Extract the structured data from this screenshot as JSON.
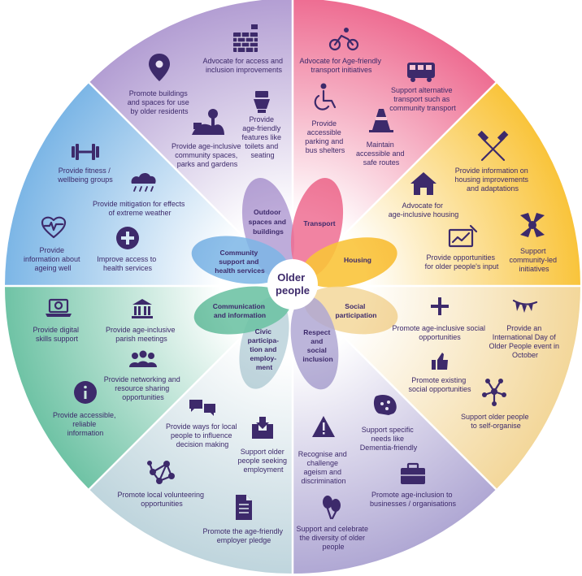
{
  "center": {
    "line1": "Older",
    "line2": "people"
  },
  "colors": {
    "outdoor": "#b39ed3",
    "transport": "#ee6d92",
    "housing": "#f9c43b",
    "social": "#f3d79a",
    "respect": "#b0a8d4",
    "civic": "#bfd5dd",
    "communication": "#6fc3a5",
    "community": "#7cb6e6",
    "text": "#3d2a6b"
  },
  "petals": {
    "outdoor": [
      "Outdoor",
      "spaces and",
      "buildings"
    ],
    "transport": [
      "Transport"
    ],
    "housing": [
      "Housing"
    ],
    "social": [
      "Social",
      "participation"
    ],
    "respect": [
      "Respect",
      "and",
      "social",
      "inclusion"
    ],
    "civic": [
      "Civic",
      "participa-",
      "tion and",
      "employ-",
      "ment"
    ],
    "communication": [
      "Communication",
      "and information"
    ],
    "community": [
      "Community",
      "support and",
      "health services"
    ]
  },
  "items": {
    "outdoor_1": [
      "Advocate for access and",
      "inclusion improvements"
    ],
    "outdoor_2": [
      "Promote buildings",
      "and spaces for use",
      "by older residents"
    ],
    "outdoor_3": [
      "Provide",
      "age-friendly",
      "features like",
      "toilets and",
      "seating"
    ],
    "outdoor_4": [
      "Provide age-inclusive",
      "community spaces,",
      "parks and gardens"
    ],
    "transport_1": [
      "Advocate for Age-friendly",
      "transport initiatives"
    ],
    "transport_2": [
      "Support alternative",
      "transport such as",
      "community transport"
    ],
    "transport_3": [
      "Provide",
      "accessible",
      "parking and",
      "bus shelters"
    ],
    "transport_4": [
      "Maintain",
      "accessible and",
      "safe routes"
    ],
    "housing_1": [
      "Provide information on",
      "housing improvements",
      "and adaptations"
    ],
    "housing_2": [
      "Advocate for",
      "age-inclusive housing"
    ],
    "housing_3": [
      "Provide opportunities",
      "for older people's input"
    ],
    "housing_4": [
      "Support",
      "community-led",
      "initiatives"
    ],
    "social_1": [
      "Promote age-inclusive social",
      "opportunities"
    ],
    "social_2": [
      "Provide an",
      "International Day of",
      "Older People event in",
      "October"
    ],
    "social_3": [
      "Promote existing",
      "social opportunities"
    ],
    "social_4": [
      "Support older people",
      "to self-organise"
    ],
    "respect_1": [
      "Support specific",
      "needs like",
      "Dementia-friendly"
    ],
    "respect_2": [
      "Recognise and",
      "challenge",
      "ageism and",
      "discrimination"
    ],
    "respect_3": [
      "Promote age-inclusion to",
      "businesses / organisations"
    ],
    "respect_4": [
      "Support and celebrate",
      "the diversity of older",
      "people"
    ],
    "civic_1": [
      "Provide ways for local",
      "people to influence",
      "decision making"
    ],
    "civic_2": [
      "Support older",
      "people seeking",
      "employment"
    ],
    "civic_3": [
      "Promote local volunteering",
      "opportunities"
    ],
    "civic_4": [
      "Promote the age-friendly",
      "employer pledge"
    ],
    "comm_1": [
      "Provide digital",
      "skills support"
    ],
    "comm_2": [
      "Provide age-inclusive",
      "parish meetings"
    ],
    "comm_3": [
      "Provide networking and",
      "resource sharing",
      "opportunities"
    ],
    "comm_4": [
      "Provide accessible,",
      "reliable",
      "information"
    ],
    "community_1": [
      "Provide fitness /",
      "wellbeing groups"
    ],
    "community_2": [
      "Provide mitigation for effects",
      "of extreme weather"
    ],
    "community_3": [
      "Provide",
      "information about",
      "ageing well"
    ],
    "community_4": [
      "Improve access to",
      "health services"
    ]
  }
}
